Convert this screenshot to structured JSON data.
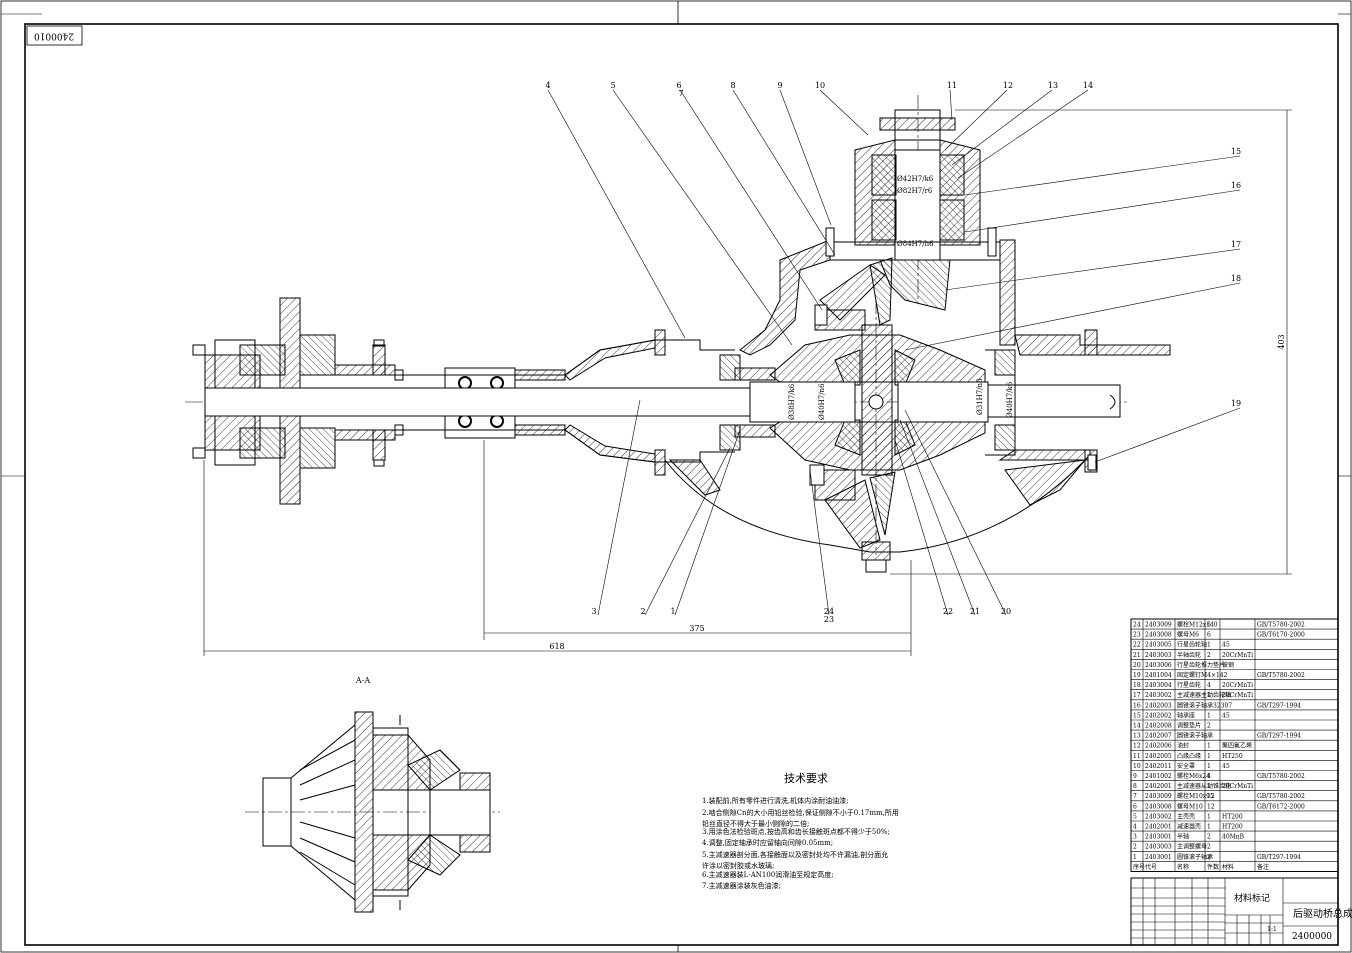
{
  "drawing": {
    "code_stamp": "2400010",
    "title": "后驱动桥总成",
    "drawing_number": "2400000",
    "material_mark": "材料标记",
    "section_label": "A-A",
    "scale": "1:1"
  },
  "dimensions": {
    "d_375": "375",
    "d_618": "618",
    "d_403": "403",
    "fit_1": "Ø42H7/k6",
    "fit_2": "Ø82H7/r6",
    "fit_3": "Ø84H7/h6",
    "fit_4": "Ø38H7/k6",
    "fit_5": "Ø40H7/n6",
    "fit_6": "Ø31H7/n6",
    "fit_7": "Ø40H7/k6"
  },
  "balloons": [
    "1",
    "2",
    "3",
    "4",
    "5",
    "6",
    "7",
    "8",
    "9",
    "10",
    "11",
    "12",
    "13",
    "14",
    "15",
    "16",
    "17",
    "18",
    "19",
    "20",
    "21",
    "22",
    "23",
    "24"
  ],
  "tech_req": {
    "heading": "技术要求",
    "lines": [
      "1.装配前,所有零件进行清洗,机体内涂耐油油漆;",
      "2.啮合侧隙Cn的大小用铅丝检验,保证侧隙不小于0.17mm,所用",
      "铅丝直径不得大于最小侧隙的二倍;",
      "3.用涂色法检验斑点,按齿高和齿长接触斑点都不得少于50%;",
      "4.调整,固定轴承时应留轴向间隙0.05mm;",
      "5.主减速器剖分面,各接触面以及密封处均不许漏油,剖分面允",
      "许涂以密封胶或水玻璃;",
      "6.主减速器装L-AN100润滑油至规定高度;",
      "7.主减速器涂装灰色油漆;"
    ]
  },
  "bom": {
    "header": [
      "序号",
      "代号",
      "名称",
      "件数",
      "材料",
      "备注"
    ],
    "rows": [
      [
        "24",
        "2403009",
        "螺栓M12x140",
        "6",
        "",
        "GB/T5780-2002"
      ],
      [
        "23",
        "2403008",
        "螺母M6",
        "6",
        "",
        "GB/T6170-2000"
      ],
      [
        "22",
        "2403005",
        "行星齿轮轴",
        "1",
        "45",
        ""
      ],
      [
        "21",
        "2403003",
        "半轴齿轮",
        "2",
        "20CrMnTi",
        ""
      ],
      [
        "20",
        "2403006",
        "行星齿轮推力垫片",
        "",
        "玻钢",
        ""
      ],
      [
        "19",
        "2401004",
        "固定螺钉M4×142",
        "",
        "",
        "GB/T5780-2002"
      ],
      [
        "18",
        "2403004",
        "行星齿轮",
        "4",
        "20CrMnTi",
        ""
      ],
      [
        "17",
        "2403002",
        "主减速器主动齿轮轴",
        "1",
        "20CrMnTi",
        ""
      ],
      [
        "16",
        "2402003",
        "圆锥滚子轴承32307",
        "",
        "",
        "GB/T297-1994"
      ],
      [
        "15",
        "2402002",
        "轴承座",
        "1",
        "45",
        ""
      ],
      [
        "14",
        "2402008",
        "调整垫片",
        "2",
        "",
        ""
      ],
      [
        "13",
        "2402007",
        "圆锥滚子轴承",
        "",
        "",
        "GB/T297-1994"
      ],
      [
        "12",
        "2402006",
        "油封",
        "1",
        "聚四氟乙烯",
        ""
      ],
      [
        "11",
        "2402005",
        "凸缘凸缘",
        "1",
        "HT250",
        ""
      ],
      [
        "10",
        "2402011",
        "安全罩",
        "1",
        "45",
        ""
      ],
      [
        "9",
        "2401002",
        "螺栓M6x24",
        "4",
        "",
        "GB/T5780-2002"
      ],
      [
        "8",
        "2402001",
        "主减速器从动锥齿轮",
        "1",
        "20CrMnTi",
        ""
      ],
      [
        "7",
        "2403009",
        "螺栓M10x95",
        "12",
        "",
        "GB/T5780-2002"
      ],
      [
        "6",
        "2403008",
        "螺母M10",
        "12",
        "",
        "GB/T6172-2000"
      ],
      [
        "5",
        "2403002",
        "主壳壳",
        "1",
        "HT200",
        ""
      ],
      [
        "4",
        "2402001",
        "减速器壳",
        "1",
        "HT200",
        ""
      ],
      [
        "3",
        "2403001",
        "半轴",
        "2",
        "40MnB",
        ""
      ],
      [
        "2",
        "2403003",
        "主调整螺母",
        "2",
        "",
        ""
      ],
      [
        "1",
        "2403001",
        "圆锥滚子轴承",
        "2",
        "",
        "GB/T297-1994"
      ]
    ]
  }
}
